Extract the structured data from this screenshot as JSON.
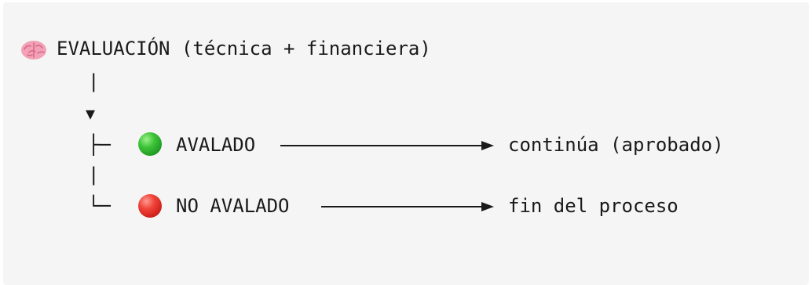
{
  "diagram": {
    "root": {
      "icon": "brain-icon",
      "label": "EVALUACIÓN (técnica + financiera)"
    },
    "branches": [
      {
        "status_icon": "green-circle-icon",
        "status_color": "#2fb52b",
        "label": "AVALADO",
        "outcome": "continúa (aprobado)"
      },
      {
        "status_icon": "red-circle-icon",
        "status_color": "#e0312a",
        "label": "NO AVALADO",
        "outcome": "fin del proceso"
      }
    ]
  }
}
